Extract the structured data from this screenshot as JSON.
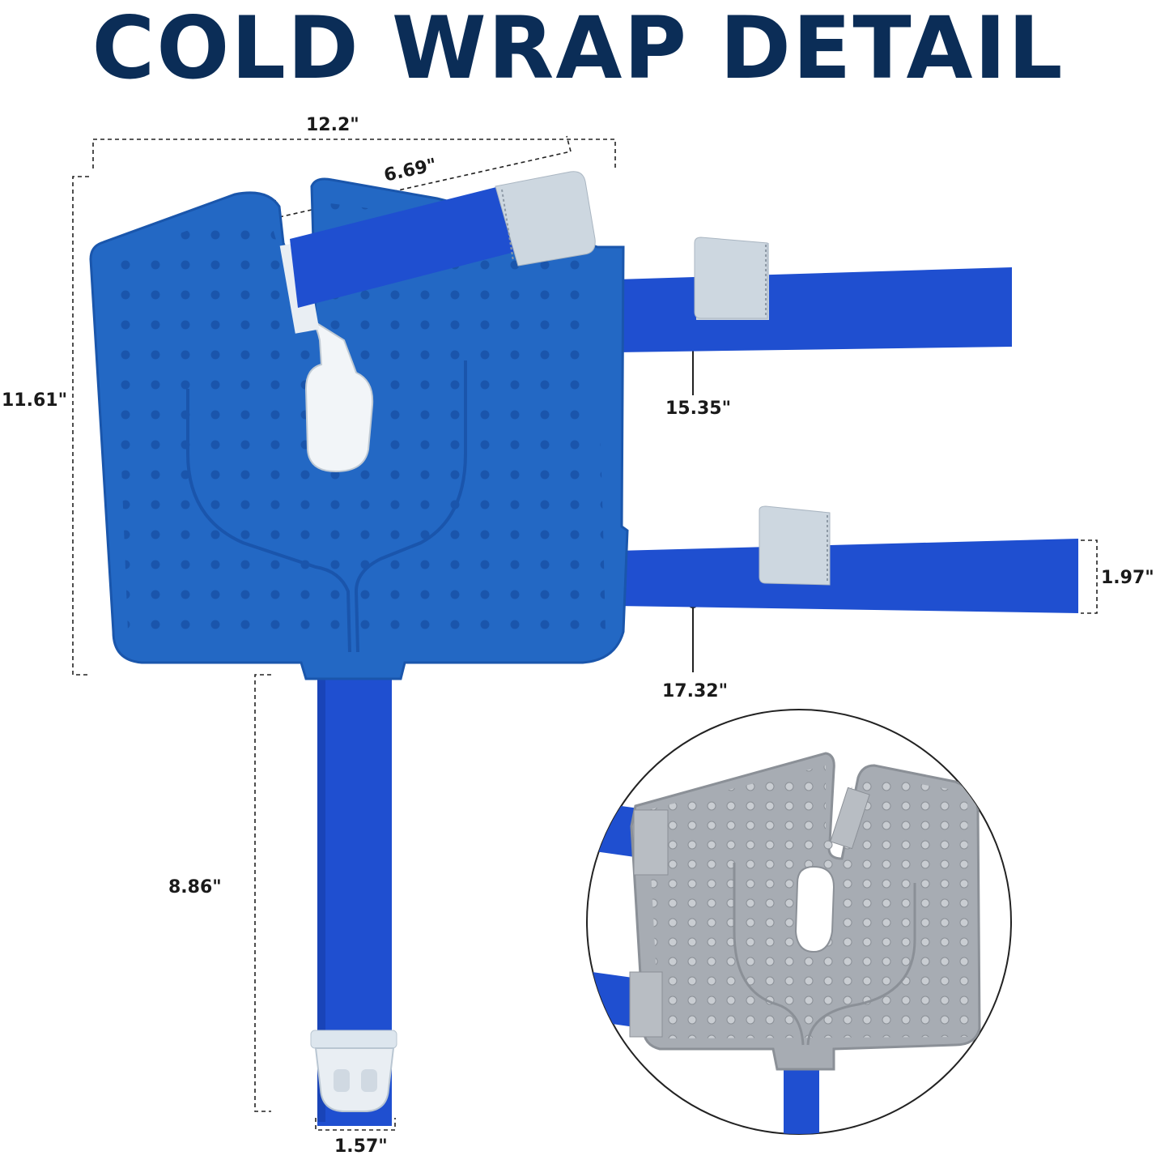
{
  "title": "COLD WRAP DETAIL",
  "dimensions": {
    "overall_width": "12.2\"",
    "top_strap": "6.69\"",
    "height": "11.61\"",
    "upper_strap": "15.35\"",
    "lower_strap": "17.32\"",
    "strap_width": "1.97\"",
    "tube_length": "8.86\"",
    "tube_width": "1.57\""
  },
  "colors": {
    "title": "#0b2d57",
    "wrap_blue": "#2368c4",
    "strap_blue": "#1f4fd0",
    "velcro_tab": "#c9d3dc",
    "inner_pad_gray": "#a7acb3"
  }
}
